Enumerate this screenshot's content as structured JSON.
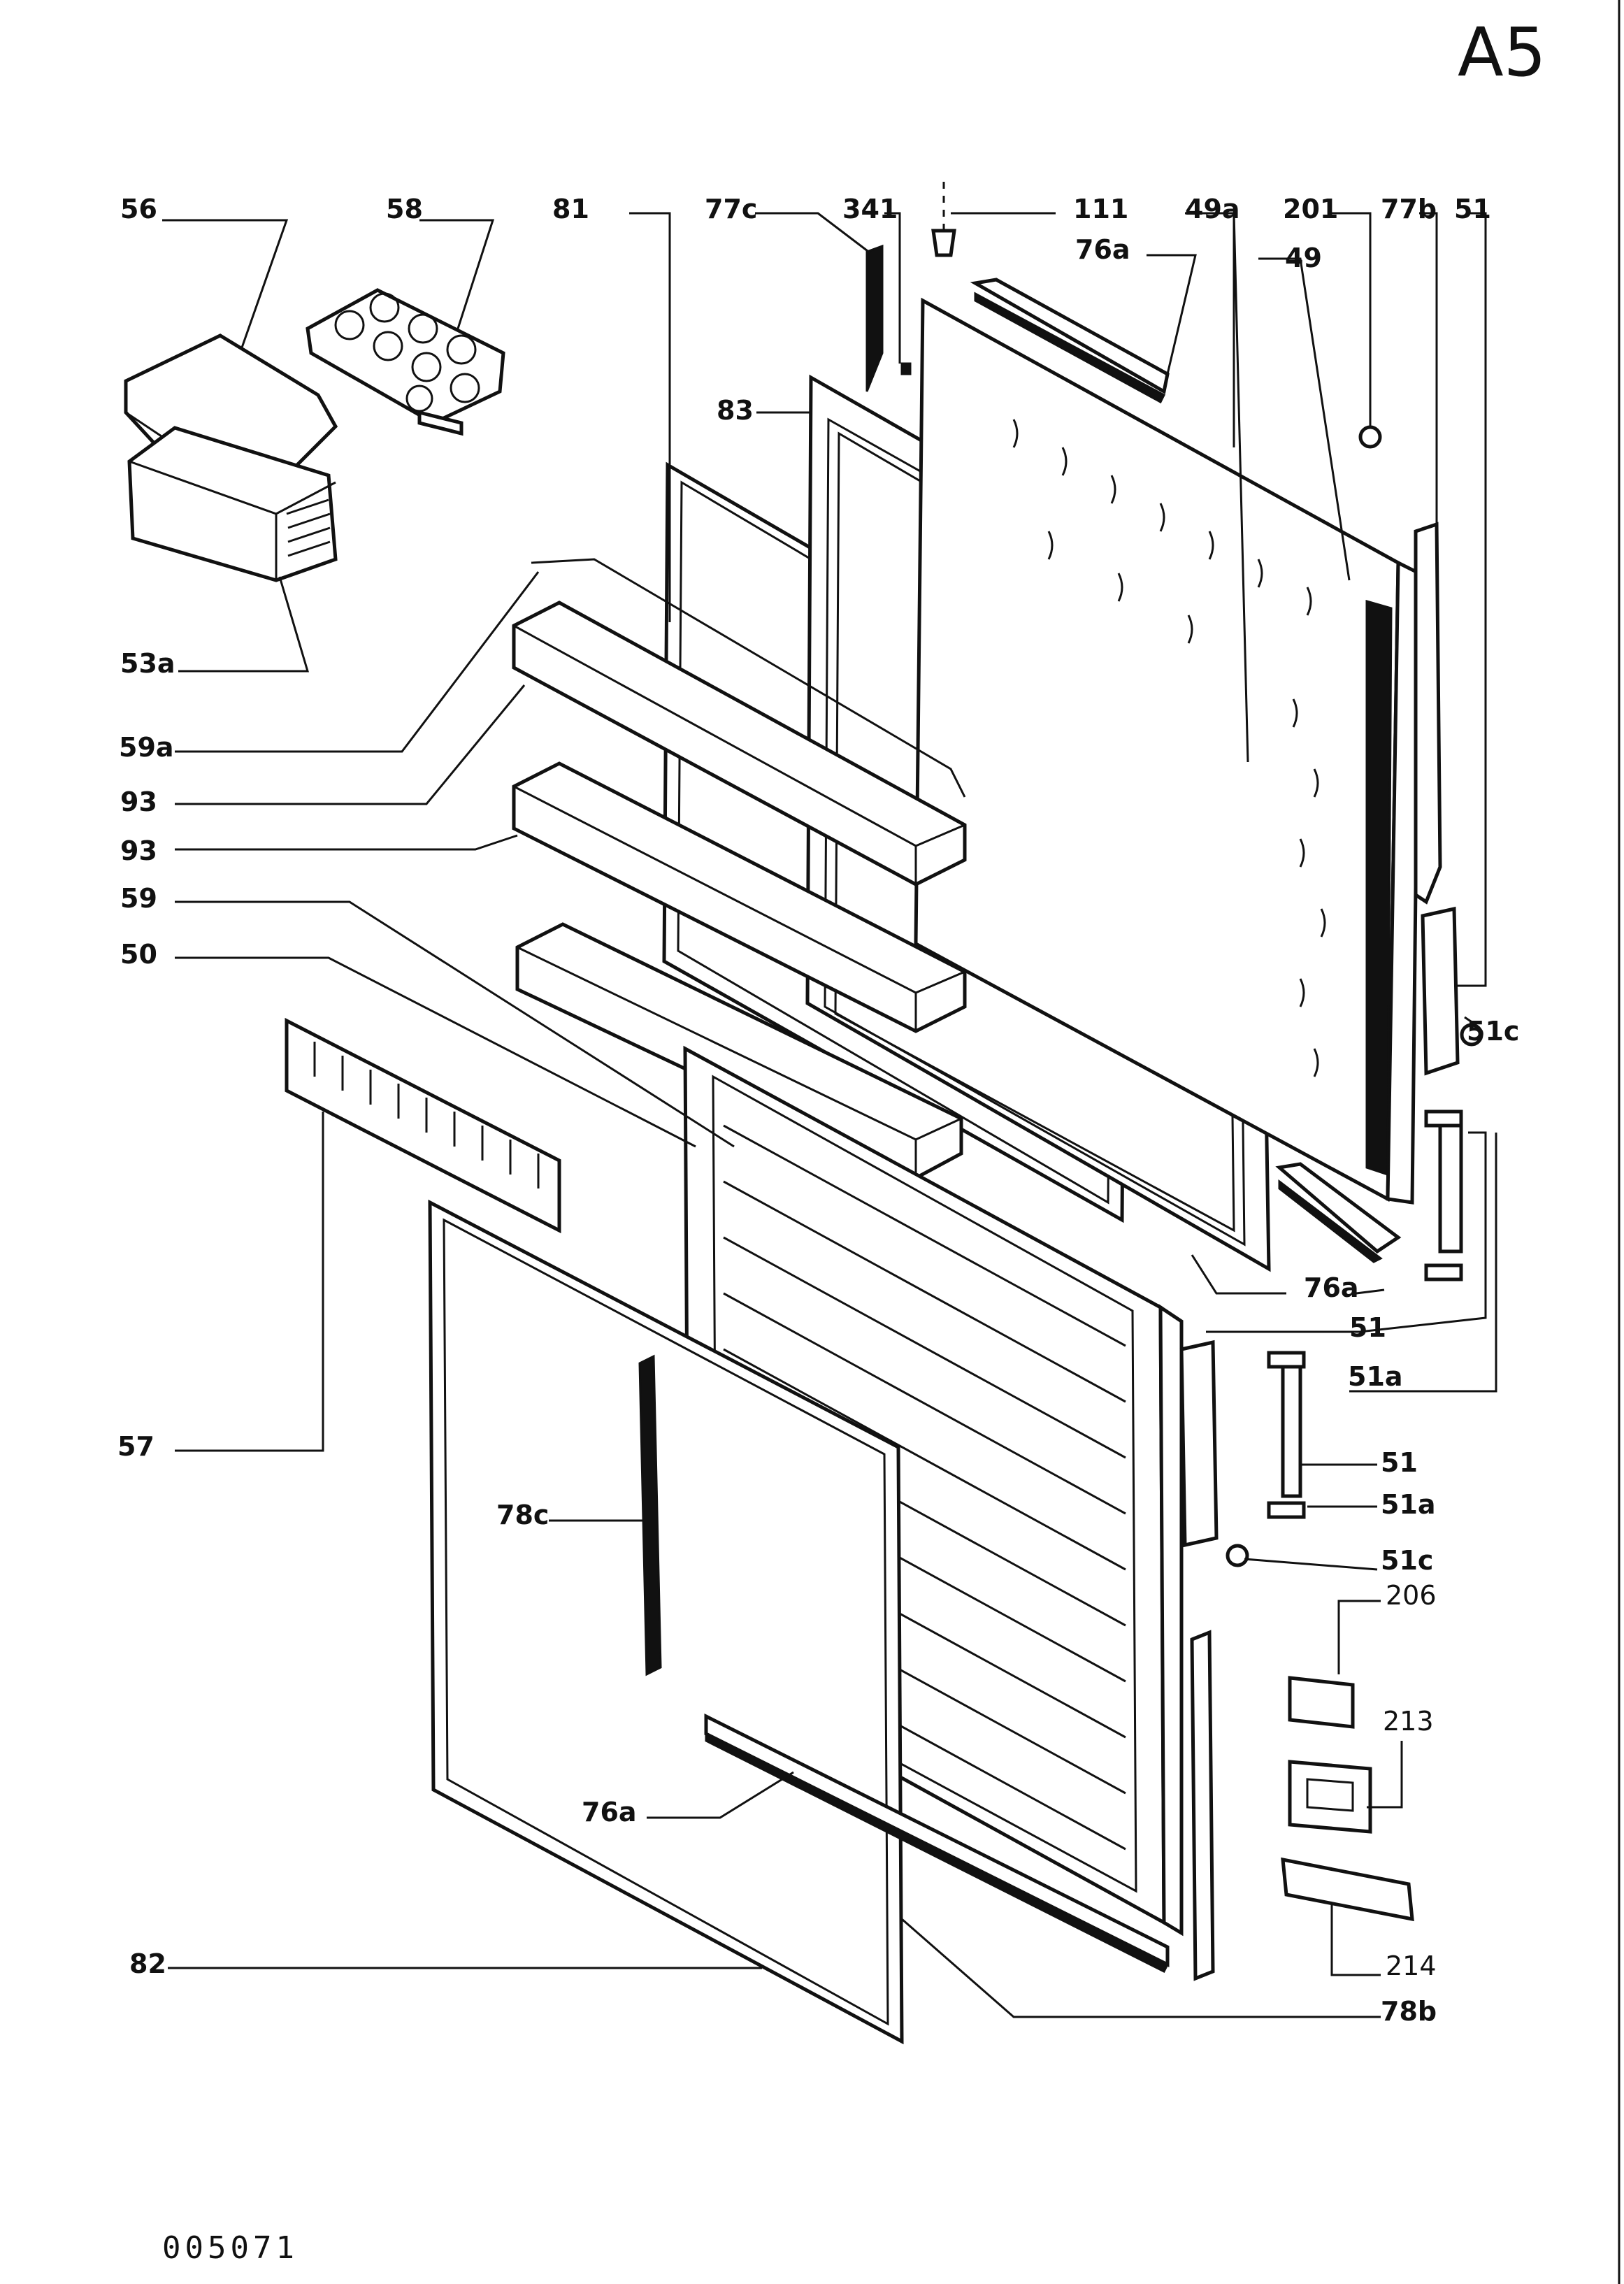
{
  "sheet_id": "A5",
  "drawing_number": "005071",
  "parts": {
    "p56": "56",
    "p58": "58",
    "p81": "81",
    "p77c": "77c",
    "p341": "341",
    "p111": "111",
    "p76a_top": "76a",
    "p49a": "49a",
    "p201": "201",
    "p77b": "77b",
    "p51_top": "51",
    "p49": "49",
    "p83": "83",
    "p53a": "53a",
    "p59a": "59a",
    "p93_a": "93",
    "p93_b": "93",
    "p59": "59",
    "p50": "50",
    "p51c_top": "51c",
    "p76a_mid": "76a",
    "p51_mid": "51",
    "p51a_mid": "51a",
    "p57": "57",
    "p51_low": "51",
    "p51a_low": "51a",
    "p51c_low": "51c",
    "p78c": "78c",
    "p206": "206",
    "p213": "213",
    "p76a_low": "76a",
    "p214": "214",
    "p82": "82",
    "p78b": "78b"
  }
}
